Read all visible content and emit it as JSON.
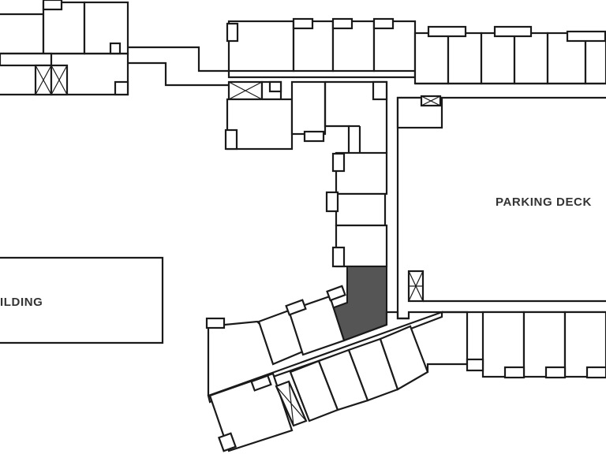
{
  "labels": {
    "parking_deck": "PARKING DECK",
    "building": "ILDING"
  },
  "selected_unit": {
    "state": "highlighted",
    "color": "#555555"
  },
  "colors": {
    "walls": "#1a1a1a",
    "label_text": "#333333",
    "background": "#ffffff"
  }
}
